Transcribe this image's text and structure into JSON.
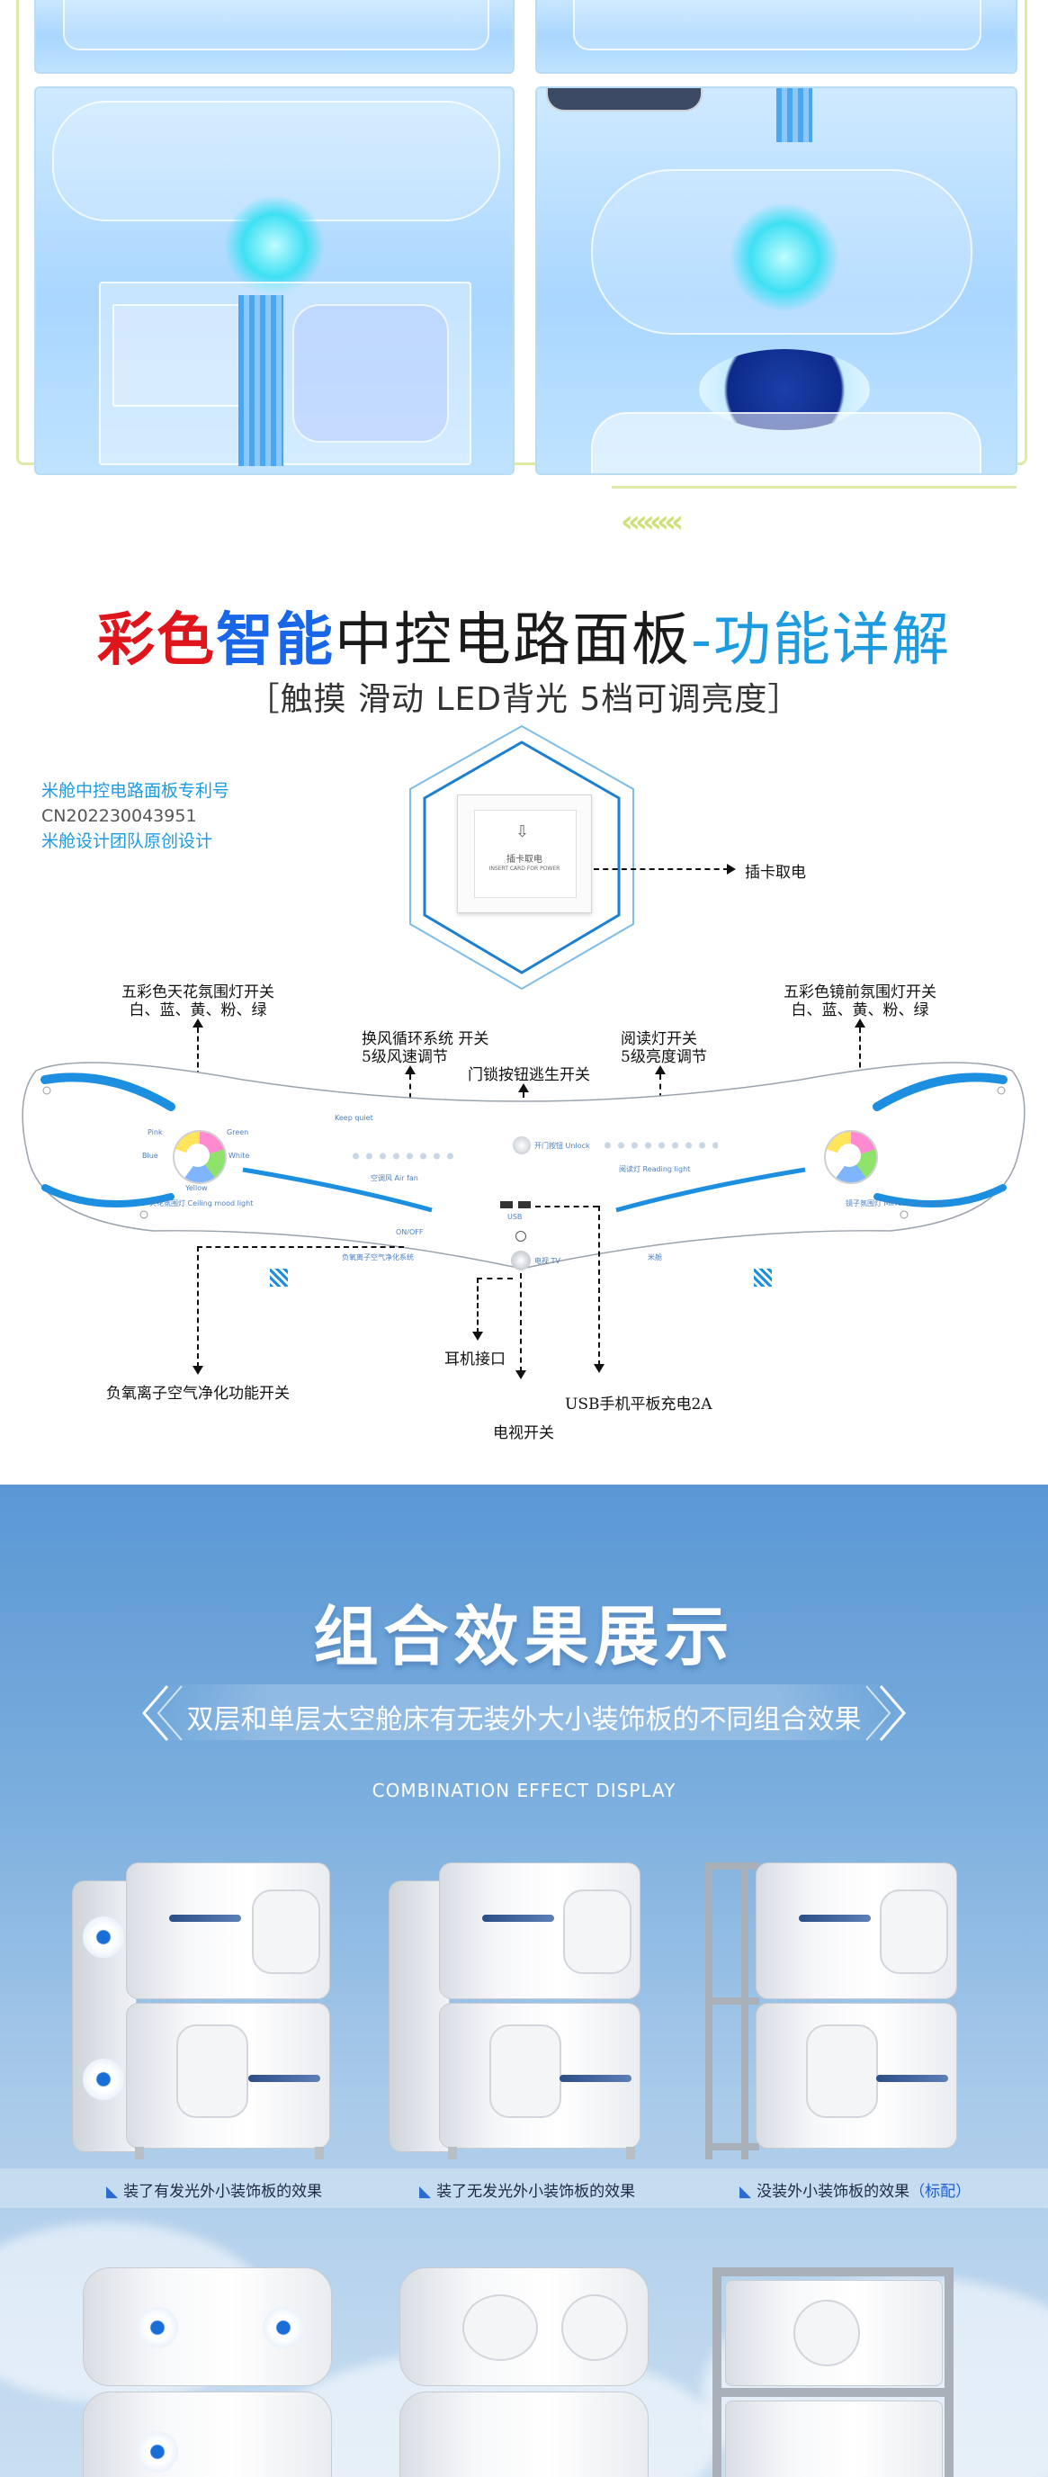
{
  "panel_section": {
    "title_part1": "彩色",
    "title_part2": "智能",
    "title_part3": "中控电路面板",
    "title_part4": "-功能详解",
    "subtitle": "［触摸  滑动  LED背光  5档可调亮度］",
    "patent_label": "米舱中控电路面板专利号",
    "patent_number": "CN202230043951",
    "patent_team": "米舱设计团队原创设计",
    "card_slot_chinese": "插卡取电",
    "card_slot_english": "INSERT CARD FOR POWER",
    "labels": {
      "card_power": "插卡取电",
      "ceiling_light_line1": "五彩色天花氛围灯开关",
      "ceiling_light_line2": "白、蓝、黄、粉、绿",
      "mirror_light_line1": "五彩色镜前氛围灯开关",
      "mirror_light_line2": "白、蓝、黄、粉、绿",
      "fan_line1": "换风循环系统 开关",
      "fan_line2": "5级风速调节",
      "reading_line1": "阅读灯开关",
      "reading_line2": "5级亮度调节",
      "door_lock": "门锁按钮逃生开关",
      "anion": "负氧离子空气净化功能开关",
      "earphone": "耳机接口",
      "tv": "电视开关",
      "usb": "USB手机平板充电2A"
    },
    "panel_tiny_text": {
      "keep_quiet": "Keep quiet",
      "air_fan": "空调风 Air fan",
      "door_lock": "开门按钮 Unlock",
      "usb": "USB",
      "tv": "电视 TV",
      "reading_light": "阅读灯 Reading light",
      "ceiling_mood": "天花氛围灯 Ceiling mood light",
      "mirror_mood": "镜子氛围灯 Mirror mood light",
      "on_off": "ON/OFF",
      "brand_left": "负氧离子空气净化系统",
      "brand_right": "米舱",
      "color_labels": [
        "Pink",
        "Green",
        "Blue",
        "White",
        "Yellow"
      ]
    }
  },
  "combo_section": {
    "title": "组合效果展示",
    "subtitle": "双层和单层太空舱床有无装外大小装饰板的不同组合效果",
    "english": "COMBINATION EFFECT DISPLAY",
    "captions": [
      {
        "text": "装了有发光外小装饰板的效果",
        "note": ""
      },
      {
        "text": "装了无发光外小装饰板的效果",
        "note": ""
      },
      {
        "text": "没装外小装饰板的效果",
        "note": "（标配）"
      }
    ]
  },
  "colors": {
    "title_red": "#e0141b",
    "title_blue": "#1967e8",
    "accent_cyan": "#1c9be0",
    "frame_green": "#dfe9a8",
    "combo_sky": "#5a97d4"
  }
}
